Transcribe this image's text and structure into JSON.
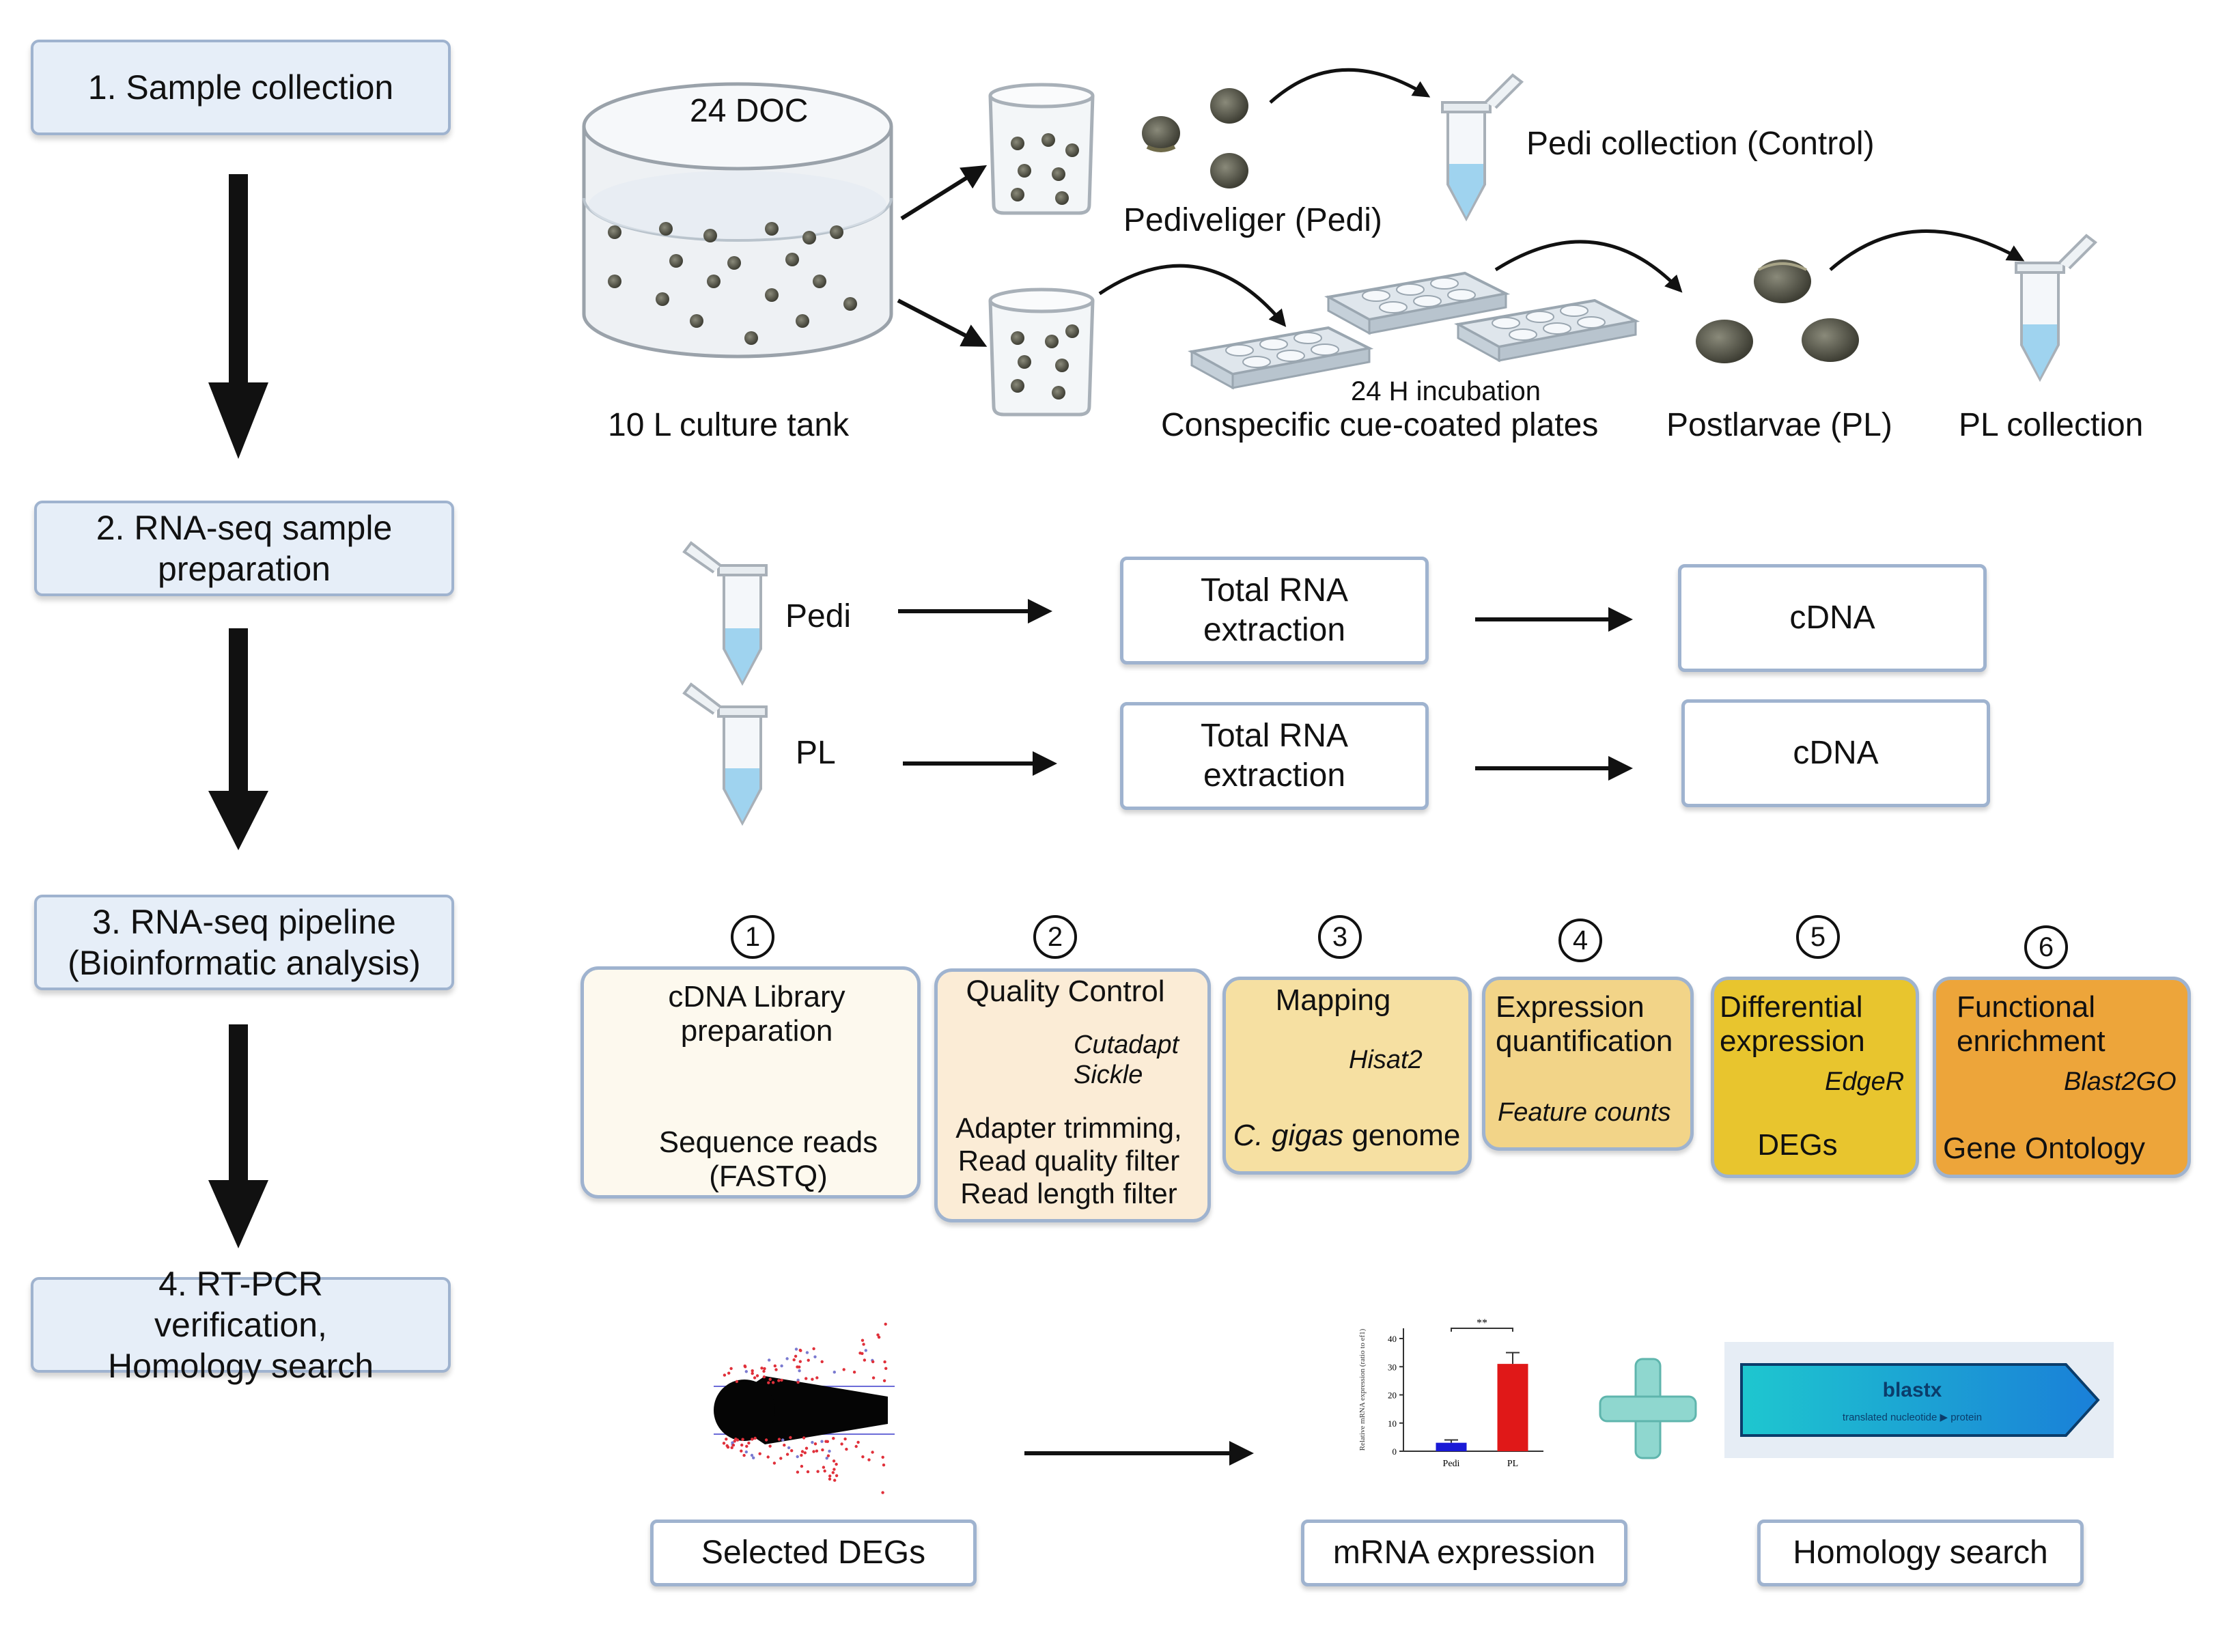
{
  "steps": [
    {
      "label": "1. Sample collection"
    },
    {
      "label": "2. RNA-seq sample preparation"
    },
    {
      "label": "3. RNA-seq pipeline (Bioinformatic analysis)"
    },
    {
      "label": "4. RT-PCR verification, Homology search"
    }
  ],
  "panel1": {
    "tank_top": "24 DOC",
    "tank_label": "10 L culture tank",
    "pedi_label": "Pediveliger (Pedi)",
    "pedi_collection": "Pedi collection (Control)",
    "incubation": "24 H incubation",
    "plates_label": "Conspecific cue-coated plates",
    "postlarvae": "Postlarvae (PL)",
    "pl_collection": "PL collection"
  },
  "panel2": {
    "pedi": "Pedi",
    "pl": "PL",
    "extraction_line1": "Total RNA",
    "extraction_line2": "extraction",
    "cdna": "cDNA"
  },
  "panel3": {
    "stages": [
      {
        "num": "1",
        "title": "cDNA Library preparation",
        "tool": "",
        "result": "Sequence reads (FASTQ)",
        "color": "#fdf9ee"
      },
      {
        "num": "2",
        "title": "Quality Control",
        "tool": "Cutadapt Sickle",
        "result": "Adapter trimming, Read quality filter Read length filter",
        "color": "#fbecd6"
      },
      {
        "num": "3",
        "title": "Mapping",
        "tool": "Hisat2",
        "result_italic": "C. gigas",
        "result": "genome",
        "color": "#f6e0a2"
      },
      {
        "num": "4",
        "title": "Expression quantification",
        "tool": "Feature counts",
        "result": "",
        "color": "#f2d488"
      },
      {
        "num": "5",
        "title": "Differential expression",
        "tool": "EdgeR",
        "result": "DEGs",
        "color": "#e8c52e"
      },
      {
        "num": "6",
        "title": "Functional enrichment",
        "tool": "Blast2GO",
        "result": "Gene Ontology",
        "color": "#eda53a"
      }
    ]
  },
  "panel4": {
    "selected_degs": "Selected DEGs",
    "mrna_expression": "mRNA expression",
    "homology_search": "Homology search",
    "blast_title": "blastx",
    "blast_sub": "translated nucleotide ▶ protein",
    "significance": "**"
  },
  "chart_data": {
    "type": "bar",
    "categories": [
      "Pedi",
      "PL"
    ],
    "values": [
      3,
      31
    ],
    "errors": [
      1,
      4
    ],
    "ylabel": "Relative mRNA expression (ratio to ef1)",
    "ylim": [
      0,
      40
    ],
    "yticks": [
      0,
      10,
      20,
      30,
      40
    ],
    "colors": [
      "#1a1ad6",
      "#e01818"
    ]
  }
}
